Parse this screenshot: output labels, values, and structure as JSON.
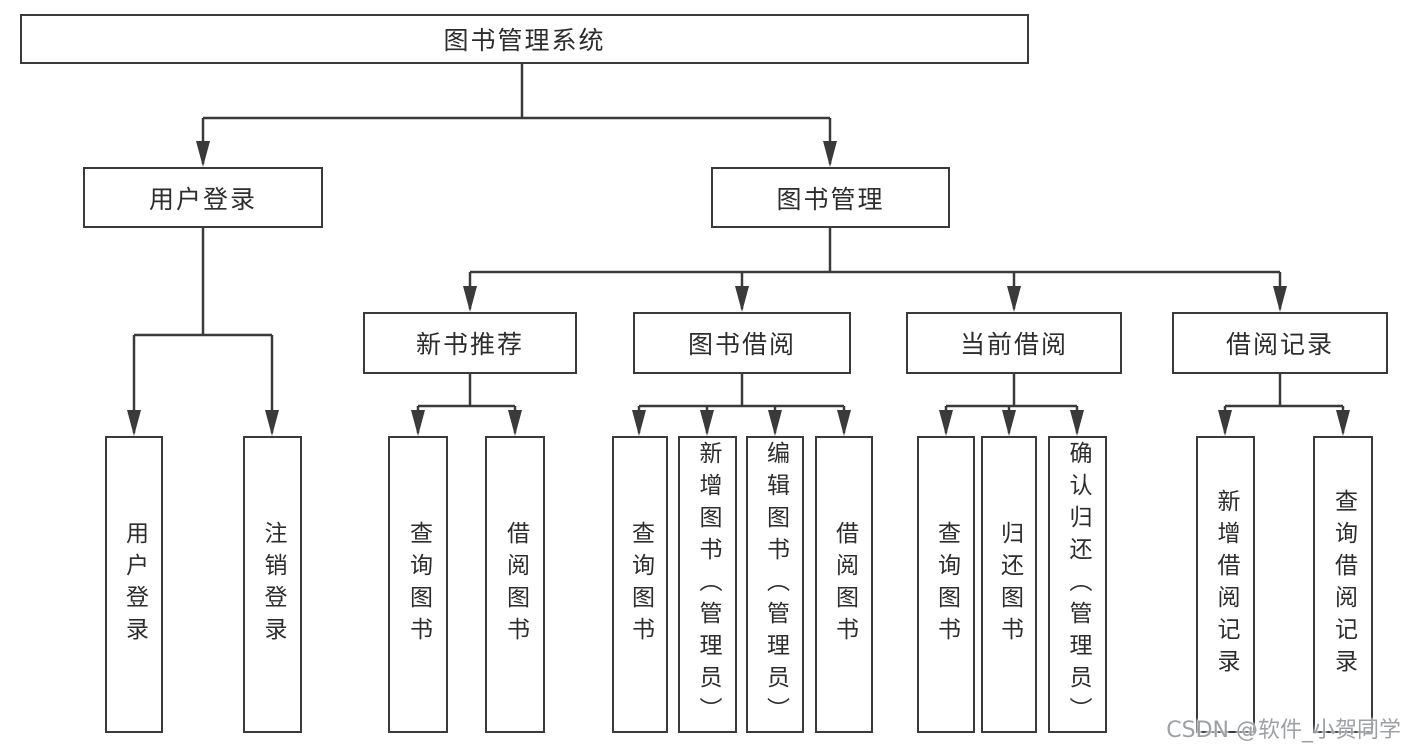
{
  "colors": {
    "background": "#ffffff",
    "line": "#3a3a3a",
    "box_border": "#3a3a3a",
    "text": "#2d2d2d",
    "watermark": "#9da1a6"
  },
  "watermark": "CSDN @软件_小贺同学",
  "tree": {
    "label": "图书管理系统",
    "children": [
      {
        "label": "用户登录",
        "children": [
          {
            "label": "用户登录"
          },
          {
            "label": "注销登录"
          }
        ]
      },
      {
        "label": "图书管理",
        "children": [
          {
            "label": "新书推荐",
            "children": [
              {
                "label": "查询图书"
              },
              {
                "label": "借阅图书"
              }
            ]
          },
          {
            "label": "图书借阅",
            "children": [
              {
                "label": "查询图书"
              },
              {
                "label": "新增图书（管理员）"
              },
              {
                "label": "编辑图书（管理员）"
              },
              {
                "label": "借阅图书"
              }
            ]
          },
          {
            "label": "当前借阅",
            "children": [
              {
                "label": "查询图书"
              },
              {
                "label": "归还图书"
              },
              {
                "label": "确认归还（管理员）"
              }
            ]
          },
          {
            "label": "借阅记录",
            "children": [
              {
                "label": "新增借阅记录"
              },
              {
                "label": "查询借阅记录"
              }
            ]
          }
        ]
      }
    ]
  }
}
